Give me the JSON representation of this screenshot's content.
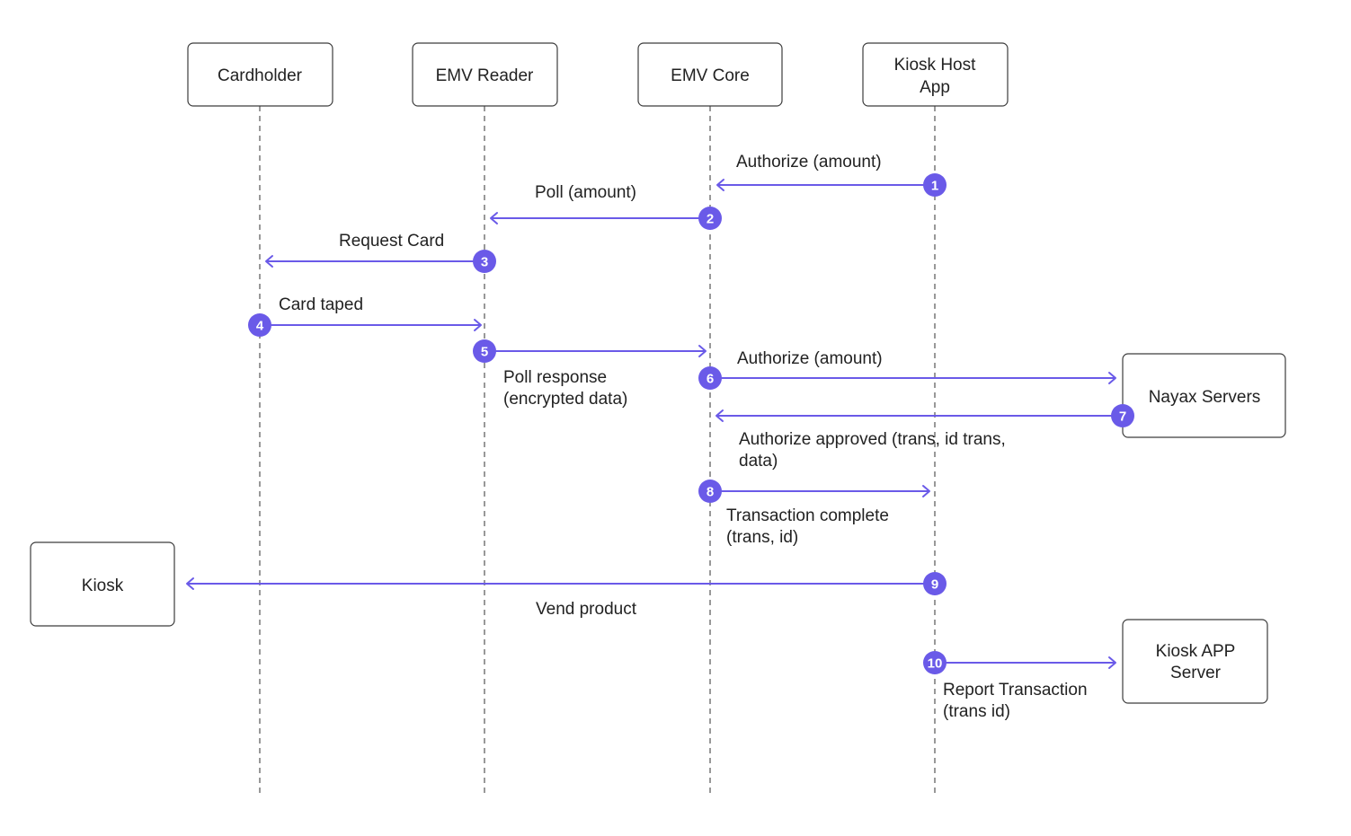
{
  "participants": {
    "cardholder": "Cardholder",
    "emv_reader": "EMV Reader",
    "emv_core": "EMV Core",
    "kiosk_host_app": [
      "Kiosk Host",
      "App"
    ],
    "nayax_servers": "Nayax Servers",
    "kiosk": "Kiosk",
    "kiosk_app_server": [
      "Kiosk APP",
      "Server"
    ]
  },
  "steps": [
    {
      "number": "1",
      "label": [
        "Authorize (amount)"
      ]
    },
    {
      "number": "2",
      "label": [
        "Poll (amount)"
      ]
    },
    {
      "number": "3",
      "label": [
        "Request Card"
      ]
    },
    {
      "number": "4",
      "label": [
        "Card taped"
      ]
    },
    {
      "number": "5",
      "label": [
        "Poll response",
        "(encrypted data)"
      ]
    },
    {
      "number": "6",
      "label": [
        "Authorize (amount)"
      ]
    },
    {
      "number": "7",
      "label": [
        "Authorize approved (trans, id trans,",
        "data)"
      ]
    },
    {
      "number": "8",
      "label": [
        "Transaction complete",
        "(trans, id)"
      ]
    },
    {
      "number": "9",
      "label": [
        "Vend product"
      ]
    },
    {
      "number": "10",
      "label": [
        "Report Transaction",
        "(trans id)"
      ]
    }
  ],
  "colors": {
    "accent": "#6a5ae8",
    "box_border": "#3c3c3c",
    "text": "#222222"
  }
}
